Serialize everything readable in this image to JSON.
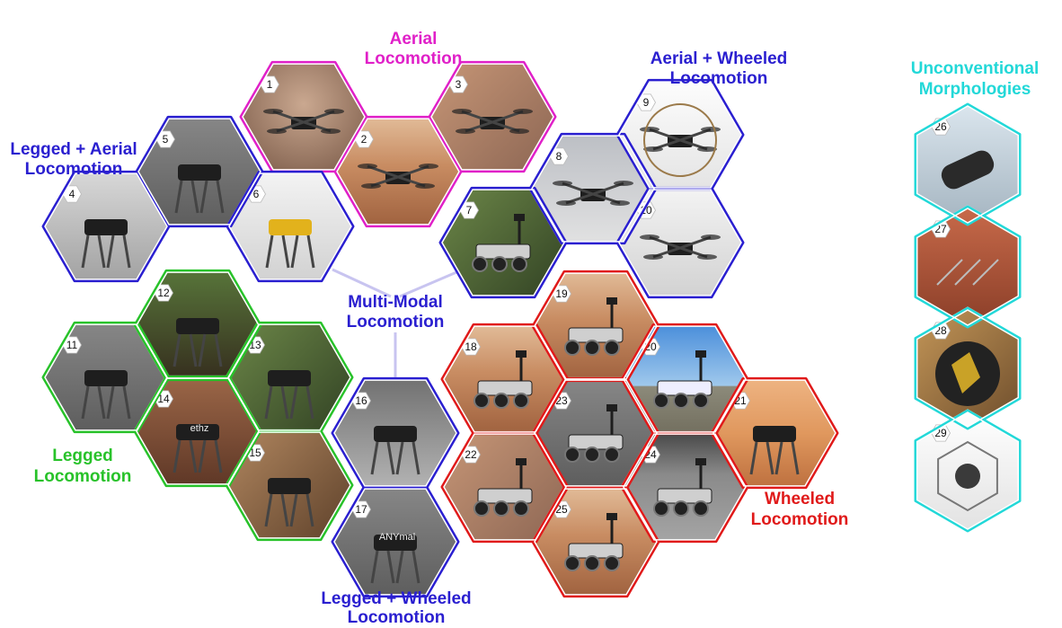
{
  "colors": {
    "aerial": "#e020c8",
    "aerial_wheeled": "#2a1fd0",
    "legged_aerial": "#2a1fd0",
    "legged": "#28c22a",
    "legged_wheeled": "#2a1fd0",
    "wheeled": "#e01a1a",
    "unconventional": "#22d8d8",
    "multimodal": "#2a1fd0",
    "connector": "#c8c4f0"
  },
  "labels": {
    "aerial": [
      "Aerial",
      "Locomotion"
    ],
    "aerial_wheeled": [
      "Aerial + Wheeled",
      "Locomotion"
    ],
    "legged_aerial": [
      "Legged + Aerial",
      "Locomotion"
    ],
    "legged": [
      "Legged",
      "Locomotion"
    ],
    "legged_wheeled": [
      "Legged + Wheeled",
      "Locomotion"
    ],
    "wheeled": [
      "Wheeled",
      "Locomotion"
    ],
    "unconventional": [
      "Unconventional",
      "Morphologies"
    ],
    "multimodal": [
      "Multi-Modal",
      "Locomotion"
    ]
  },
  "photo_text": {
    "hex14": "ethz",
    "hex17": "ANYmal"
  },
  "hexes": [
    {
      "id": "1",
      "group": "aerial",
      "icon": "mars-helicopter-drone-photo"
    },
    {
      "id": "2",
      "group": "aerial",
      "icon": "ingenuity-helicopter-photo"
    },
    {
      "id": "3",
      "group": "aerial",
      "icon": "hexacopter-drone-photo"
    },
    {
      "id": "4",
      "group": "legged_aerial",
      "icon": "quadruped-with-rotors-photo"
    },
    {
      "id": "5",
      "group": "legged_aerial",
      "icon": "bipedal-flying-robot-photo"
    },
    {
      "id": "6",
      "group": "legged_aerial",
      "icon": "yellow-humanoid-robot-photo"
    },
    {
      "id": "7",
      "group": "aerial_wheeled",
      "icon": "wheeled-drone-rover-photo"
    },
    {
      "id": "8",
      "group": "aerial_wheeled",
      "icon": "quadcopter-frame-photo"
    },
    {
      "id": "9",
      "group": "aerial_wheeled",
      "icon": "caged-drone-photo"
    },
    {
      "id": "10",
      "group": "aerial_wheeled",
      "icon": "coaxial-helicopter-photo"
    },
    {
      "id": "11",
      "group": "legged",
      "icon": "small-quadruped-photo"
    },
    {
      "id": "12",
      "group": "legged",
      "icon": "hexapod-robot-photo"
    },
    {
      "id": "13",
      "group": "legged",
      "icon": "anymal-outdoors-photo"
    },
    {
      "id": "14",
      "group": "legged",
      "icon": "quadruped-on-mars-soil-photo"
    },
    {
      "id": "15",
      "group": "legged",
      "icon": "climbing-robot-photo"
    },
    {
      "id": "16",
      "group": "legged_wheeled",
      "icon": "wheeled-legged-robot-photo"
    },
    {
      "id": "17",
      "group": "legged_wheeled",
      "icon": "anymal-on-wheels-photo"
    },
    {
      "id": "18",
      "group": "wheeled",
      "icon": "curiosity-rover-photo"
    },
    {
      "id": "19",
      "group": "wheeled",
      "icon": "rosalind-franklin-rover-photo"
    },
    {
      "id": "20",
      "group": "wheeled",
      "icon": "moon-rover-prototype-photo"
    },
    {
      "id": "21",
      "group": "wheeled",
      "icon": "desert-walking-rover-photo"
    },
    {
      "id": "22",
      "group": "wheeled",
      "icon": "two-wheeled-scout-photo"
    },
    {
      "id": "23",
      "group": "wheeled",
      "icon": "rover-lab-test-photo"
    },
    {
      "id": "24",
      "group": "wheeled",
      "icon": "lunar-wheeled-rover-photo"
    },
    {
      "id": "25",
      "group": "wheeled",
      "icon": "perseverance-rover-photo"
    },
    {
      "id": "26",
      "group": "unconventional",
      "icon": "screw-propelled-robot-photo"
    },
    {
      "id": "27",
      "group": "unconventional",
      "icon": "tensegrity-rover-photo"
    },
    {
      "id": "28",
      "group": "unconventional",
      "icon": "rolling-sphere-robot-photo"
    },
    {
      "id": "29",
      "group": "unconventional",
      "icon": "cube-frame-robot-photo"
    }
  ]
}
